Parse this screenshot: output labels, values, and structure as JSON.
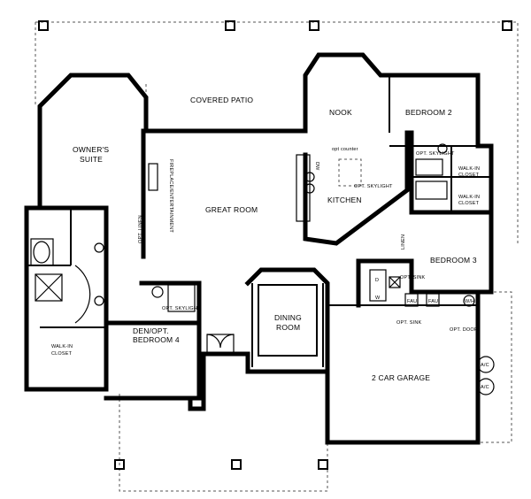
{
  "plan": {
    "rooms": {
      "covered_patio": "COVERED PATIO",
      "nook": "NOOK",
      "bedroom_2": "BEDROOM 2",
      "owners_suite_line1": "OWNER'S",
      "owners_suite_line2": "SUITE",
      "great_room": "GREAT ROOM",
      "kitchen": "KITCHEN",
      "walk_in_closet_1_line1": "WALK-IN",
      "walk_in_closet_1_line2": "CLOSET",
      "walk_in_closet_2_line1": "WALK-IN",
      "walk_in_closet_2_line2": "CLOSET",
      "bedroom_3": "BEDROOM 3",
      "dining_room_line1": "DINING",
      "dining_room_line2": "ROOM",
      "owners_closet_line1": "WALK-IN",
      "owners_closet_line2": "CLOSET",
      "den_line1": "DEN/OPT.",
      "den_line2": "BEDROOM 4",
      "garage": "2 CAR GARAGE"
    },
    "annotations": {
      "opt_counter": "opt counter",
      "opt_skylight_kitchen": "OPT. SKYLIGHT",
      "opt_skylight_bath": "OPT. SKYLIGHT",
      "opt_skylight_hall": "OPT. SKYLIGHT",
      "fireplace": "FIREPLACE/ENTERTAINMENT",
      "linen": "LINEN",
      "opt_linen": "OPT. LINEN",
      "opt_sink_laundry": "OPT. SINK",
      "opt_sink_garage": "OPT. SINK",
      "opt_door": "OPT. DOOR",
      "fau_1": "FAU",
      "fau_2": "FAU",
      "wh": "W/H",
      "ac_1": "A/C",
      "ac_2": "A/C",
      "dw": "DW",
      "washer": "W",
      "dryer": "D"
    }
  }
}
